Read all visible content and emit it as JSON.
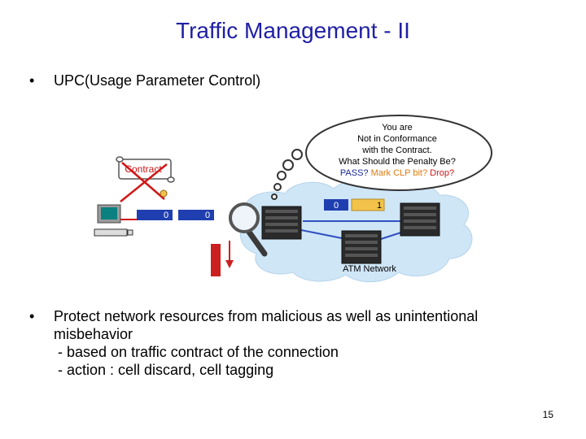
{
  "slide": {
    "title": "Traffic Management - II",
    "bullet1": "UPC(Usage Parameter Control)",
    "bullet2": "Protect network resources from malicious as well as unintentional",
    "bullet2_line2": "misbehavior",
    "sub1": " - based on traffic contract of the connection",
    "sub2": " - action : cell discard, cell tagging",
    "page_number": "15",
    "bullet_glyph": "•"
  },
  "diagram": {
    "contract_label": "Contract",
    "thought_lines": [
      "You are",
      "Not in Conformance",
      "with the Contract.",
      "What Should the Penalty Be?"
    ],
    "thought_options": {
      "pass": "PASS?",
      "mark": "Mark CLP bit?",
      "drop": "Drop?"
    },
    "network_label": "ATM Network",
    "user_cell_1": "0",
    "user_cell_2": "0",
    "net_cell_1": "0",
    "net_cell_2": "1",
    "colors": {
      "title": "#1f1fa6",
      "cloud": "#cfe6f7",
      "cell_blue": "#1f3fb0",
      "cell_yellow": "#f2c24a",
      "arrow_red": "#cc2020",
      "pass_blue": "#1a2a9a",
      "mark_orange": "#e07a10",
      "drop_red": "#d01818"
    },
    "icons": [
      "computer-icon",
      "magnifier-icon",
      "switch-icon",
      "scroll-icon",
      "discard-arrow-icon"
    ]
  }
}
